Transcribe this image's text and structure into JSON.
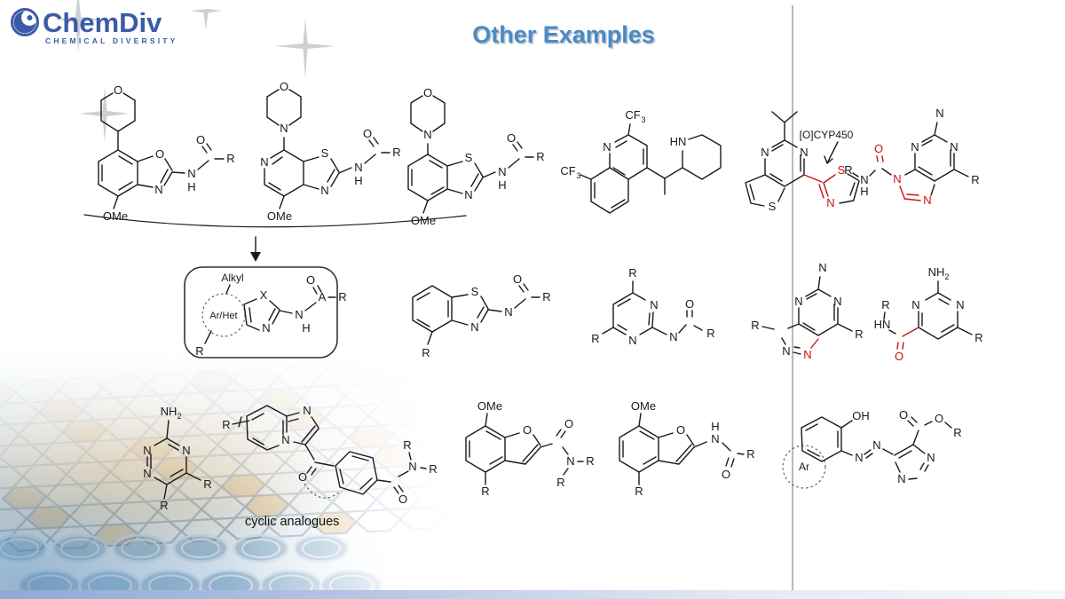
{
  "logo": {
    "name": "ChemDiv",
    "tagline": "CHEMICAL DIVERSITY"
  },
  "title": "Other Examples",
  "colors": {
    "title_blue": "#4a8bc6",
    "logo_blue": "#3b5ba8",
    "highlight_red": "#cc1111",
    "bond_black": "#1a1a1a",
    "divider_gray": "#b9b9b9"
  },
  "structures": {
    "s1": {
      "labels": [
        "O",
        "O",
        "N",
        "N",
        "H",
        "O",
        "R",
        "OMe"
      ]
    },
    "s2": {
      "labels": [
        "O",
        "N",
        "N",
        "S",
        "N",
        "N",
        "H",
        "O",
        "R",
        "OMe"
      ]
    },
    "s3": {
      "labels": [
        "O",
        "N",
        "S",
        "N",
        "N",
        "H",
        "O",
        "R",
        "OMe"
      ]
    },
    "s4": {
      "labels": [
        "Alkyl",
        "Ar/Het",
        "X",
        "N",
        "N",
        "H",
        "A",
        "O",
        "R",
        "R"
      ]
    },
    "s5": {
      "labels": [
        "S",
        "N",
        "N",
        "O",
        "R",
        "R"
      ]
    },
    "s6": {
      "labels": [
        "N",
        "N",
        "R",
        "R",
        "N",
        "O",
        "R"
      ]
    },
    "s7": {
      "labels": [
        "CF",
        "3",
        "CF",
        "3",
        "N",
        "HN"
      ]
    },
    "s8": {
      "labels": [
        "N",
        "N",
        "S",
        "S",
        "N"
      ],
      "annotation": "[O]CYP450"
    },
    "s9": {
      "labels": [
        "N",
        "N",
        "N",
        "R",
        "N",
        "N",
        "O",
        "N",
        "H",
        "R"
      ]
    },
    "s10": {
      "labels": [
        "N",
        "N",
        "N",
        "R",
        "R",
        "N",
        "N"
      ]
    },
    "s11": {
      "labels": [
        "NH",
        "2",
        "N",
        "N",
        "R",
        "HN",
        "R",
        "O"
      ]
    },
    "s12": {
      "labels": [
        "NH",
        "2",
        "N",
        "N",
        "N",
        "R",
        "R"
      ]
    },
    "s13": {
      "labels": [
        "R",
        "N",
        "N",
        "O",
        "O",
        "N",
        "R",
        "R"
      ],
      "caption": "cyclic analogues"
    },
    "s14": {
      "labels": [
        "OMe",
        "O",
        "O",
        "N",
        "R",
        "R",
        "R"
      ]
    },
    "s15": {
      "labels": [
        "OMe",
        "O",
        "H",
        "N",
        "O",
        "R",
        "R"
      ]
    },
    "s16": {
      "labels": [
        "OH",
        "Ar",
        "N",
        "N",
        "N",
        "N",
        "O",
        "O",
        "R"
      ]
    }
  }
}
